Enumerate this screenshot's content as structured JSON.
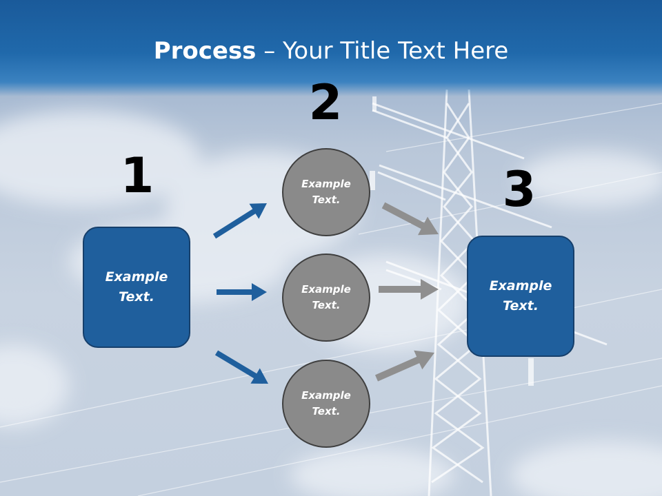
{
  "title": {
    "bold": "Process",
    "rest": " – Your Title Text Here"
  },
  "steps": [
    {
      "number": "1",
      "text": "Example Text."
    },
    {
      "number": "2",
      "items": [
        "Example Text.",
        "Example Text.",
        "Example Text."
      ]
    },
    {
      "number": "3",
      "text": "Example Text."
    }
  ],
  "colors": {
    "box_fill": "#1f5f9d",
    "circle_fill": "#8a8a8a",
    "blue_arrow": "#1f5f9d",
    "gray_arrow": "#8f8f8f",
    "title_band": "#1f64a6"
  }
}
